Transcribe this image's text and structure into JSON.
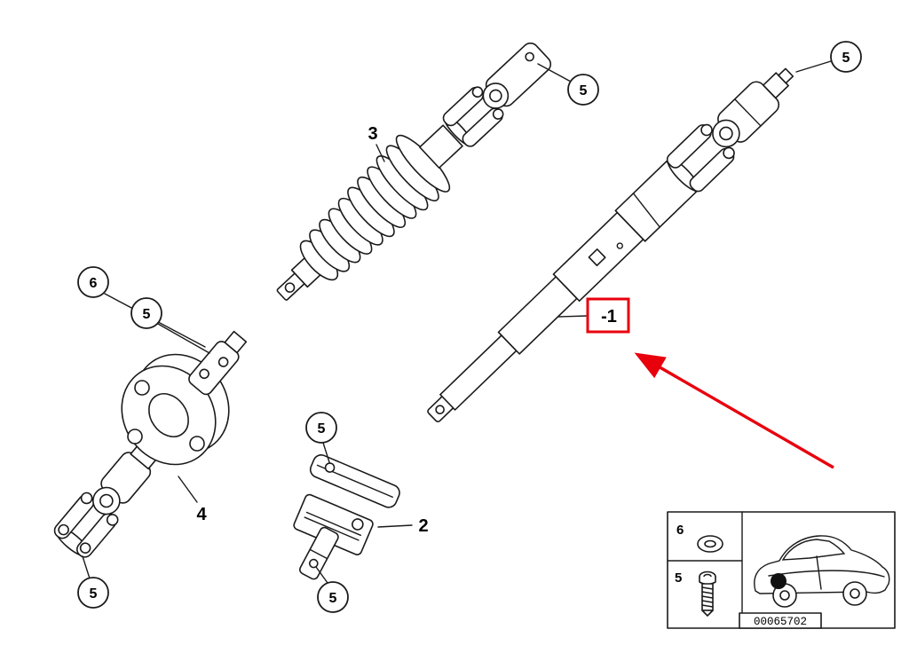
{
  "diagram": {
    "background_color": "#ffffff",
    "line_color": "#1a1a1a",
    "highlight_color": "#e8000d",
    "part_labels": {
      "part1": "-1",
      "part2": "2",
      "part3": "3",
      "part4": "4"
    },
    "callouts": {
      "shaft1_end_bolt": "5",
      "shaft3_joint_bolt": "5",
      "flex_disc_washer": "6",
      "flex_disc_bolt": "5",
      "lower_joint_bolt": "5",
      "coupling_upper_bolt": "5",
      "coupling_lower_bolt": "5"
    },
    "legend": {
      "washer_item_label": "6",
      "bolt_item_label": "5",
      "diagram_code": "00065702"
    }
  }
}
